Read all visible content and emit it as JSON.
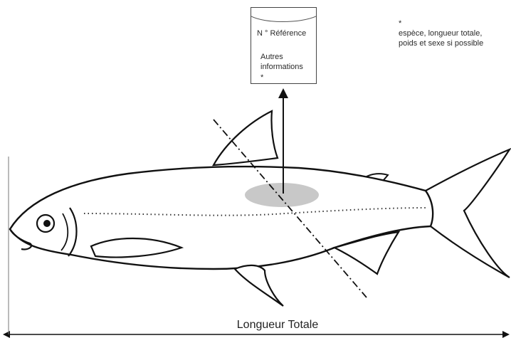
{
  "label_box": {
    "reference": "N ° Référence",
    "other_info": "Autres informations",
    "asterisk": "*"
  },
  "note": {
    "asterisk": "*",
    "text": "espèce, longueur totale, poids et sexe si possible"
  },
  "measurement": {
    "label": "Longueur Totale"
  },
  "icons": [
    "fish-illustration",
    "arrow-up-icon",
    "double-arrow-icon",
    "dash-dot-line",
    "scale-sample-ellipse"
  ],
  "colors": {
    "outline": "#111111",
    "sample_area": "#c8c8c8"
  }
}
